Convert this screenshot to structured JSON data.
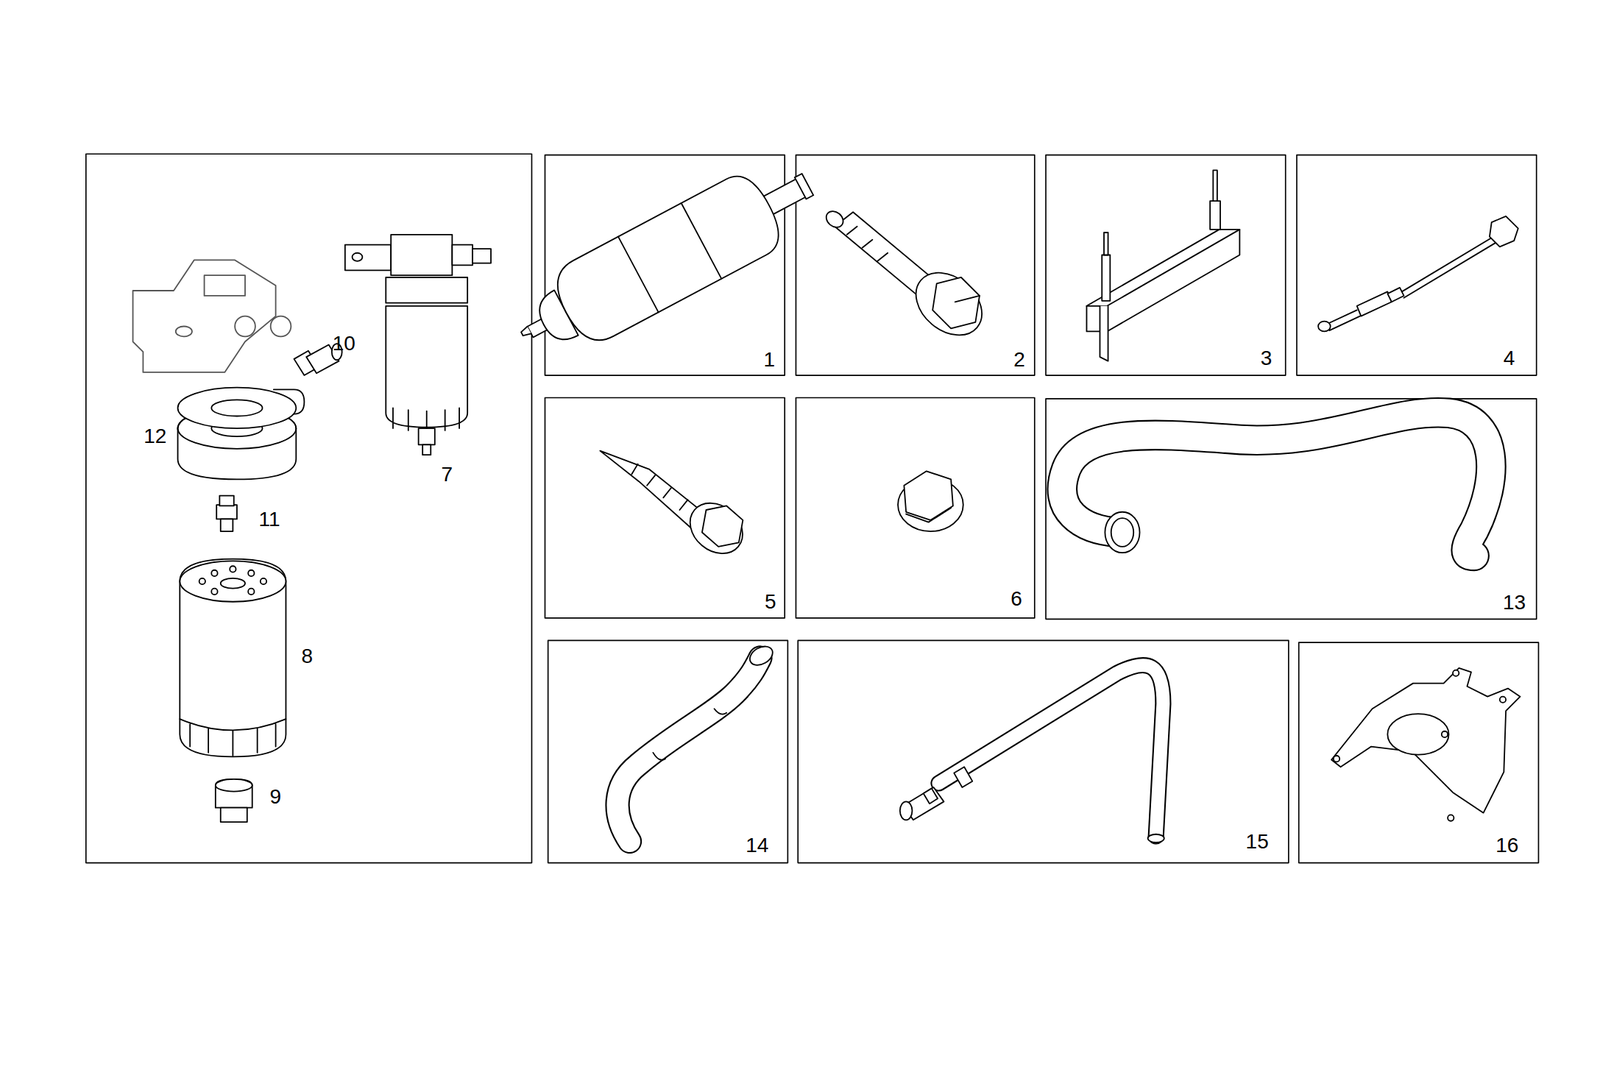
{
  "diagram": {
    "labels": [
      "10",
      "12",
      "7",
      "11",
      "8",
      "9",
      "1",
      "2",
      "3",
      "4",
      "5",
      "6",
      "13",
      "14",
      "15",
      "16"
    ]
  }
}
